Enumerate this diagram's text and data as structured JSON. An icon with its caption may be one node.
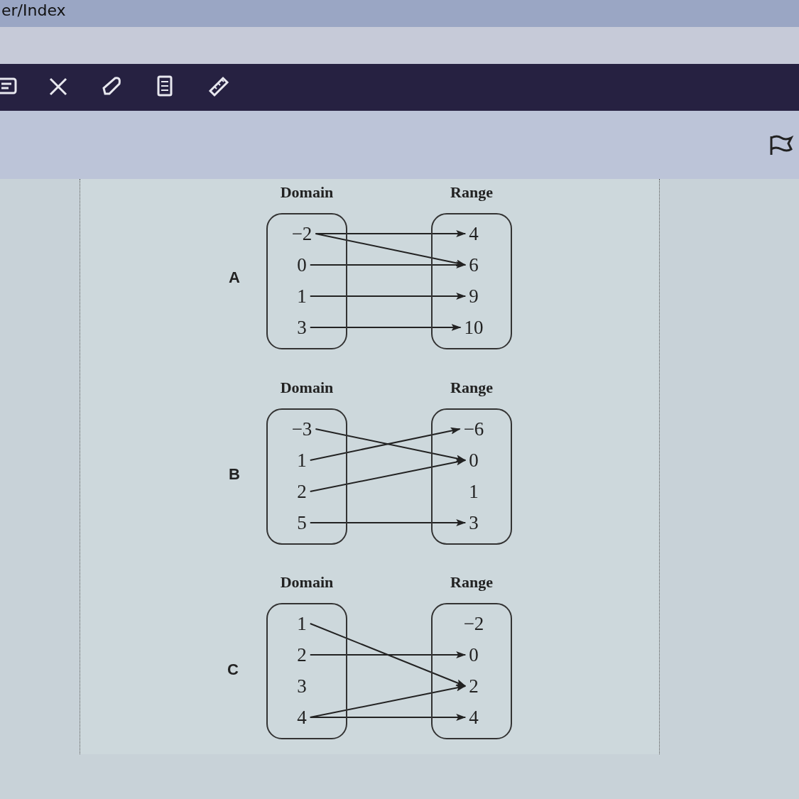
{
  "diagram": {
    "nodes": [
      {
        "text": [
          "Domain"
        ]
      },
      {
        "text": [
          "Range"
        ]
      },
      {
        "text": [
          "−2"
        ],
        "in": 0
      },
      {
        "text": [
          "0"
        ],
        "in": 0
      },
      {
        "text": [
          "1"
        ],
        "in": 0
      },
      {
        "text": [
          "3"
        ],
        "in": 0
      },
      {
        "text": [
          "4"
        ],
        "in": 1
      },
      {
        "text": [
          "6"
        ],
        "in": 1
      },
      {
        "text": [
          "9"
        ],
        "in": 1
      },
      {
        "text": [
          "10"
        ],
        "in": 1
      },
      {
        "text": [
          "Domain"
        ]
      },
      {
        "text": [
          "Range"
        ]
      },
      {
        "text": [
          "−3"
        ],
        "in": 10
      },
      {
        "text": [
          "1"
        ],
        "in": 10
      },
      {
        "text": [
          "2"
        ],
        "in": 10
      },
      {
        "text": [
          "5"
        ],
        "in": 10
      },
      {
        "text": [
          "−6"
        ],
        "in": 11
      },
      {
        "text": [
          "0"
        ],
        "in": 11
      },
      {
        "text": [
          "1"
        ],
        "in": 11
      },
      {
        "text": [
          "3"
        ],
        "in": 11
      },
      {
        "text": [
          "Domain"
        ]
      },
      {
        "text": [
          "Range"
        ]
      },
      {
        "text": [
          "1"
        ],
        "in": 20
      },
      {
        "text": [
          "2"
        ],
        "in": 20
      },
      {
        "text": [
          "3"
        ],
        "in": 20
      },
      {
        "text": [
          "4"
        ],
        "in": 20
      },
      {
        "text": [
          "−2"
        ],
        "in": 21
      },
      {
        "text": [
          "0"
        ],
        "in": 21
      },
      {
        "text": [
          "2"
        ],
        "in": 21
      },
      {
        "text": [
          "4"
        ],
        "in": 21
      }
    ],
    "edges": [
      {
        "from": 2,
        "to": 6,
        "arrow": "to"
      },
      {
        "from": 2,
        "to": 7,
        "arrow": "to"
      },
      {
        "from": 3,
        "to": 7,
        "arrow": "to"
      },
      {
        "from": 4,
        "to": 8,
        "arrow": "to"
      },
      {
        "from": 5,
        "to": 9,
        "arrow": "to"
      },
      {
        "from": 12,
        "to": 17,
        "arrow": "to"
      },
      {
        "from": 13,
        "to": 16,
        "arrow": "to"
      },
      {
        "from": 14,
        "to": 17,
        "arrow": "to"
      },
      {
        "from": 15,
        "to": 19,
        "arrow": "to"
      },
      {
        "from": 22,
        "to": 28,
        "arrow": "to"
      },
      {
        "from": 23,
        "to": 27,
        "arrow": "to"
      },
      {
        "from": 25,
        "to": 28,
        "arrow": "to"
      },
      {
        "from": 25,
        "to": 29,
        "arrow": "to"
      }
    ],
    "labels": [
      "er/Index",
      "A",
      "B",
      "C"
    ]
  }
}
